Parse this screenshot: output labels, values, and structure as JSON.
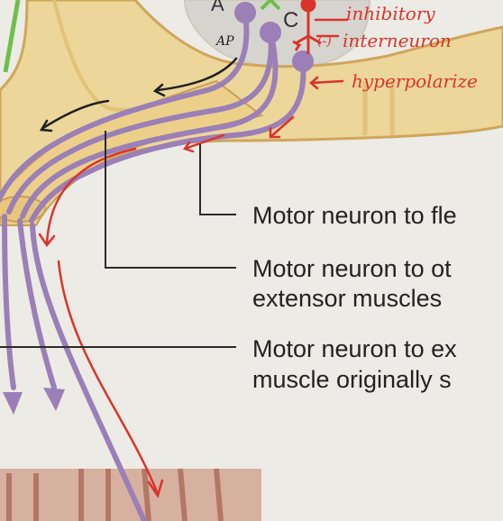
{
  "neuron_letters": {
    "a": "A",
    "c": "C"
  },
  "annotations": {
    "ap": "AP",
    "minus": "(-)",
    "inhibitory": "inhibitory",
    "interneuron": "interneuron",
    "hyperpolarize": "hyperpolarize"
  },
  "labels": {
    "flexor_line1": "Motor neuron to fle",
    "other_line1": "Motor neuron to ot",
    "other_line2": "extensor muscles",
    "extensor_line1": "Motor neuron to ex",
    "extensor_line2": "muscle originally s"
  },
  "colors": {
    "background": "#ecebe5",
    "spinal_cord": "#e9c97f",
    "spinal_cord_edge": "#c9a055",
    "gray_matter": "#d6d4cf",
    "neuron_purple": "#9b7fb7",
    "annotation_red": "#d9342b",
    "leader_line": "#2b2b2b",
    "nerve_green": "#6fbf4a",
    "muscle": "#c98a76"
  }
}
